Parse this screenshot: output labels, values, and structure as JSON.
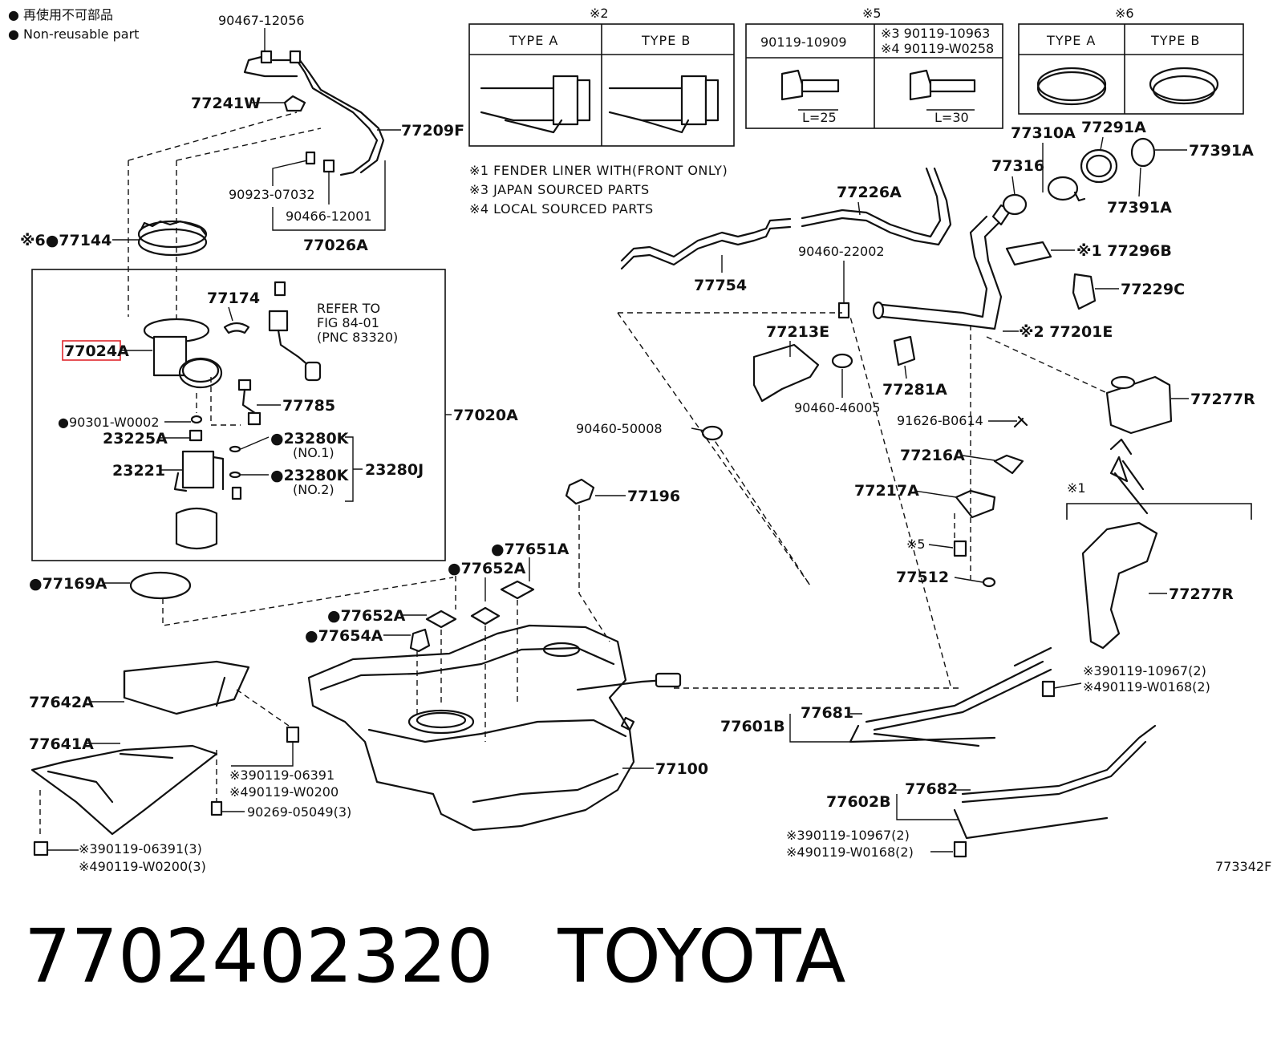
{
  "legend": {
    "ja": "● 再使用不可部品",
    "en": "● Non-reusable part"
  },
  "diagram_code": "773342F",
  "caption": {
    "part_number": "7702402320",
    "brand": "TOYOTA"
  },
  "table_x2": {
    "mark": "※2",
    "col_a": "TYPE A",
    "col_b": "TYPE B"
  },
  "table_x5": {
    "mark": "※5",
    "col_1": "90119-10909",
    "col_2_line1": "※3 90119-10963",
    "col_2_line2": "※4 90119-W0258",
    "len_1": "L=25",
    "len_2": "L=30"
  },
  "table_x6": {
    "mark": "※6",
    "col_a": "TYPE A",
    "col_b": "TYPE B"
  },
  "notes": [
    "※1 FENDER LINER WITH(FRONT ONLY)",
    "※3 JAPAN SOURCED PARTS",
    "※4 LOCAL SOURCED PARTS"
  ],
  "refer": {
    "line1": "REFER TO",
    "line2": "FIG 84-01",
    "line3": "(PNC 83320)"
  },
  "inset_mark": "※1",
  "labels": {
    "p90467": "90467-12056",
    "p77241W": "77241W",
    "p77209F": "77209F",
    "p90923": "90923-07032",
    "p90466": "90466-12001",
    "p77026A": "77026A",
    "p77144": "※6●77144",
    "p77174": "77174",
    "p77024A": "77024A",
    "p77785": "77785",
    "p90301": "●90301-W0002",
    "p23225A": "23225A",
    "p23280K1": "●23280K",
    "p23280K1n": "(NO.1)",
    "p23280K2": "●23280K",
    "p23280K2n": "(NO.2)",
    "p23221": "23221",
    "p23280J": "23280J",
    "p77020A": "77020A",
    "p77169A": "●77169A",
    "p77196": "77196",
    "p77651A": "●77651A",
    "p77652A1": "●77652A",
    "p77652A2": "●77652A",
    "p77654A": "●77654A",
    "p77642A": "77642A",
    "p77641A": "77641A",
    "p90119_06391a": "※390119-06391",
    "p90119_W0200a": "※490119-W0200",
    "p90269": "90269-05049(3)",
    "p90119_06391b": "※390119-06391(3)",
    "p90119_W0200b": "※490119-W0200(3)",
    "p77100": "77100",
    "p77754": "77754",
    "p77226A": "77226A",
    "p90460_22002": "90460-22002",
    "p77213E": "77213E",
    "p90460_46005": "90460-46005",
    "p77281A": "77281A",
    "p90460_50008": "90460-50008",
    "p77310A": "77310A",
    "p77316": "77316",
    "p77291A": "77291A",
    "p77391A_1": "77391A",
    "p77391A_2": "77391A",
    "p77296B": "※1 77296B",
    "p77229C": "77229C",
    "p77201E": "※2 77201E",
    "p77277R_1": "77277R",
    "p91626": "91626-B0614",
    "p77216A": "77216A",
    "p77217A": "77217A",
    "p77512": "77512",
    "p77277R_2": "77277R",
    "px5": "※5",
    "p90119_10967a": "※390119-10967(2)",
    "p90119_W0168a": "※490119-W0168(2)",
    "p77681": "77681",
    "p77601B": "77601B",
    "p77682": "77682",
    "p77602B": "77602B",
    "p90119_10967b": "※390119-10967(2)",
    "p90119_W0168b": "※490119-W0168(2)"
  }
}
